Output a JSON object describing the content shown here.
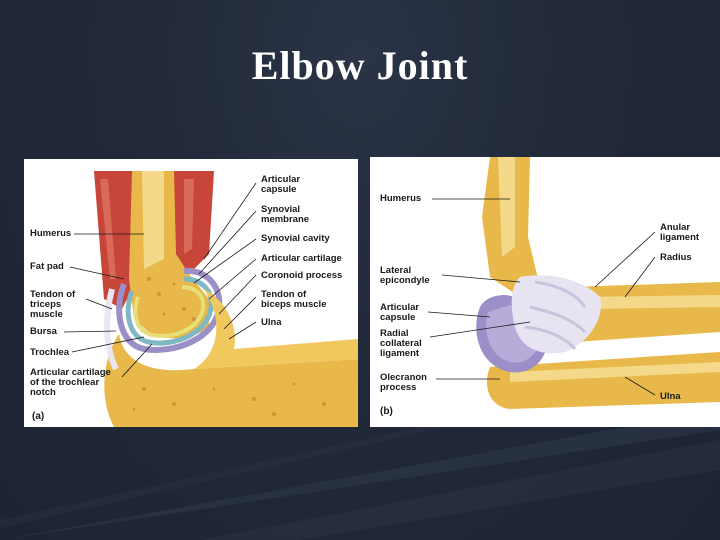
{
  "slide": {
    "title": "Elbow Joint"
  },
  "panel_a": {
    "panel_label": "(a)",
    "labels": {
      "articular_capsule": "Articular\ncapsule",
      "synovial_membrane": "Synovial\nmembrane",
      "synovial_cavity": "Synovial cavity",
      "articular_cartilage": "Articular cartilage",
      "coronoid_process": "Coronoid process",
      "tendon_biceps": "Tendon of\nbiceps muscle",
      "ulna": "Ulna",
      "humerus": "Humerus",
      "fat_pad": "Fat pad",
      "tendon_triceps": "Tendon of\ntriceps\nmuscle",
      "bursa": "Bursa",
      "trochlea": "Trochlea",
      "articular_cartilage_trochlear": "Articular cartilage\nof the trochlear\nnotch"
    }
  },
  "panel_b": {
    "panel_label": "(b)",
    "labels": {
      "humerus": "Humerus",
      "anular_ligament": "Anular\nligament",
      "radius": "Radius",
      "lateral_epicondyle": "Lateral\nepicondyle",
      "articular_capsule": "Articular\ncapsule",
      "radial_collateral_ligament": "Radial\ncollateral\nligament",
      "olecranon_process": "Olecranon\nprocess",
      "ulna": "Ulna"
    }
  },
  "colors": {
    "bone": "#e8b94a",
    "bone_light": "#f5d98a",
    "muscle": "#c8453a",
    "cartilage": "#7fb7c4",
    "ligament": "#d8d4e8",
    "capsule": "#9c8fc7"
  }
}
